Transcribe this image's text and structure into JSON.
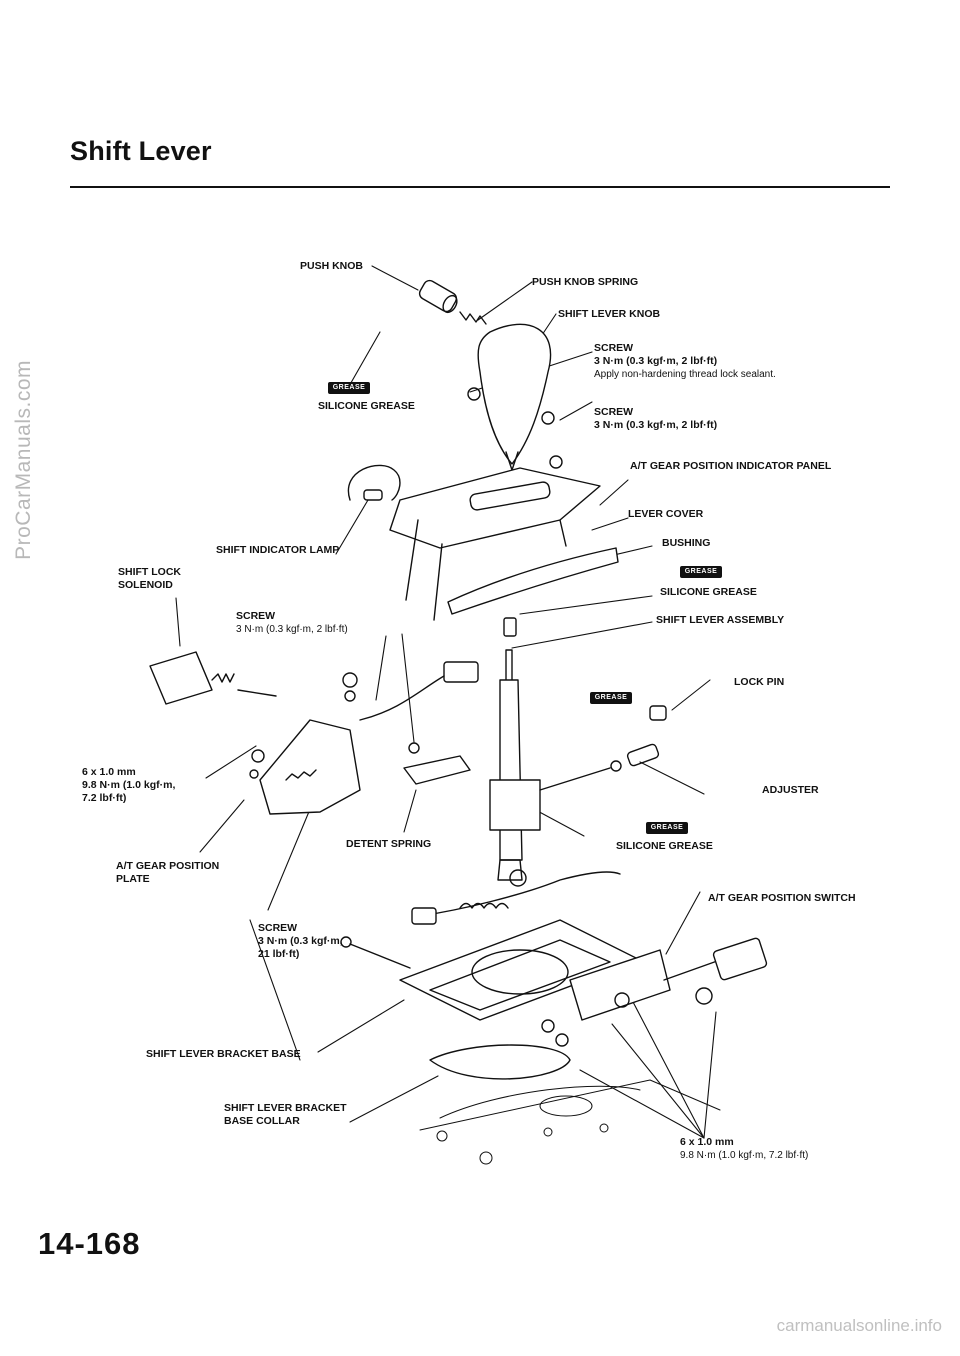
{
  "page": {
    "title": "Shift Lever",
    "page_number": "14-168",
    "side_watermark": "ProCarManuals.com",
    "bottom_watermark": "carmanualsonline.info"
  },
  "grease_badge": "GREASE",
  "labels": {
    "push_knob": "PUSH KNOB",
    "push_knob_spring": "PUSH KNOB SPRING",
    "shift_lever_knob": "SHIFT LEVER KNOB",
    "screw_knob_title": "SCREW",
    "screw_knob_torque": "3 N·m (0.3 kgf·m, 2 lbf·ft)",
    "screw_knob_note": "Apply non-hardening thread lock sealant.",
    "silicone_grease_1": "SILICONE GREASE",
    "screw_panel_title": "SCREW",
    "screw_panel_torque": "3 N·m (0.3 kgf·m, 2 lbf·ft)",
    "indicator_panel": "A/T GEAR POSITION INDICATOR PANEL",
    "lever_cover": "LEVER COVER",
    "shift_indicator_lamp": "SHIFT INDICATOR LAMP",
    "bushing": "BUSHING",
    "shift_lock_solenoid_1": "SHIFT LOCK",
    "shift_lock_solenoid_2": "SOLENOID",
    "silicone_grease_2": "SILICONE GREASE",
    "screw_solenoid_title": "SCREW",
    "screw_solenoid_torque": "3 N·m (0.3 kgf·m, 2 lbf·ft)",
    "shift_lever_assembly": "SHIFT LEVER ASSEMBLY",
    "lock_pin": "LOCK PIN",
    "bolt_size_1": "6 x 1.0 mm",
    "bolt_torque_1a": "9.8 N·m (1.0 kgf·m,",
    "bolt_torque_1b": "7.2 lbf·ft)",
    "adjuster": "ADJUSTER",
    "detent_spring": "DETENT SPRING",
    "silicone_grease_3": "SILICONE GREASE",
    "plate_1": "A/T GEAR POSITION",
    "plate_2": "PLATE",
    "position_switch": "A/T GEAR POSITION SWITCH",
    "screw_plate_title": "SCREW",
    "screw_plate_torque_a": "3 N·m (0.3 kgf·m,",
    "screw_plate_torque_b": "21 lbf·ft)",
    "bracket_base": "SHIFT LEVER BRACKET BASE",
    "bracket_collar_1": "SHIFT LEVER BRACKET",
    "bracket_collar_2": "BASE COLLAR",
    "bolt_size_2": "6 x 1.0 mm",
    "bolt_torque_2": "9.8 N·m (1.0 kgf·m, 7.2 lbf·ft)"
  }
}
